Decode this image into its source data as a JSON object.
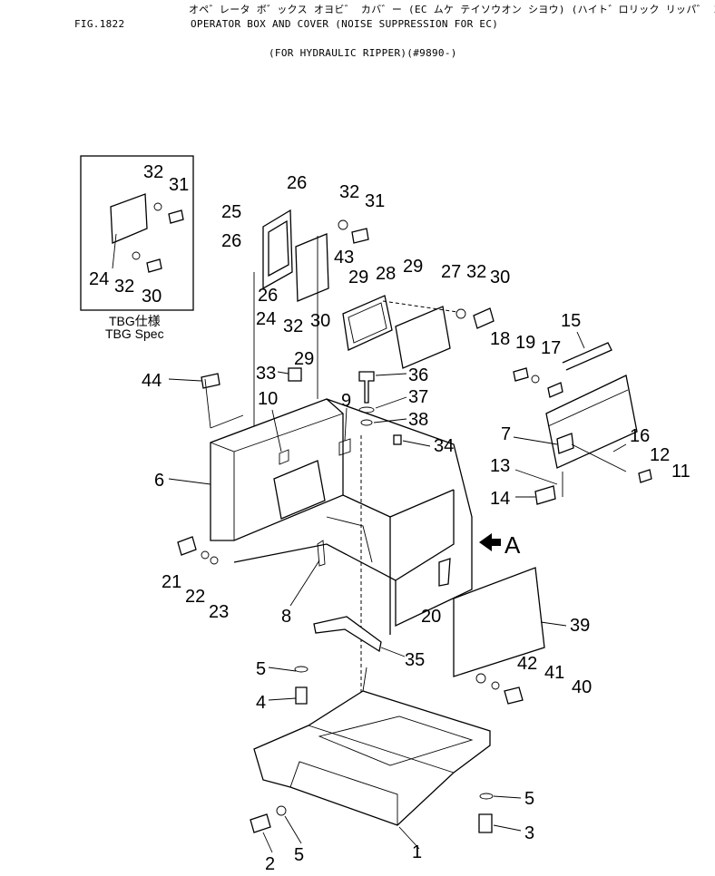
{
  "header": {
    "jp_title": "オペ゛レータ ボ゛ックス オヨビ゛ カバ゛ー (EC ムケ テイソウオン シヨウ) (ハイト゛ロリック リッパ゛ ヨウ)",
    "fig": "FIG.1822",
    "title": "OPERATOR BOX AND COVER (NOISE SUPPRESSION FOR EC)",
    "subtitle": "(FOR HYDRAULIC RIPPER)(#9890-)"
  },
  "inset": {
    "spec_jp": "TBG仕様",
    "spec_en": "TBG Spec",
    "labels": [
      "32",
      "31",
      "24",
      "32",
      "30"
    ]
  },
  "view_label": "A",
  "callouts": [
    "1",
    "2",
    "3",
    "4",
    "5",
    "5",
    "5",
    "6",
    "7",
    "8",
    "9",
    "10",
    "11",
    "12",
    "13",
    "14",
    "15",
    "16",
    "17",
    "18",
    "19",
    "20",
    "21",
    "22",
    "23",
    "24",
    "25",
    "26",
    "26",
    "26",
    "27",
    "28",
    "29",
    "29",
    "29",
    "30",
    "30",
    "31",
    "32",
    "32",
    "32",
    "33",
    "34",
    "35",
    "36",
    "37",
    "38",
    "39",
    "40",
    "41",
    "42",
    "43",
    "44"
  ]
}
